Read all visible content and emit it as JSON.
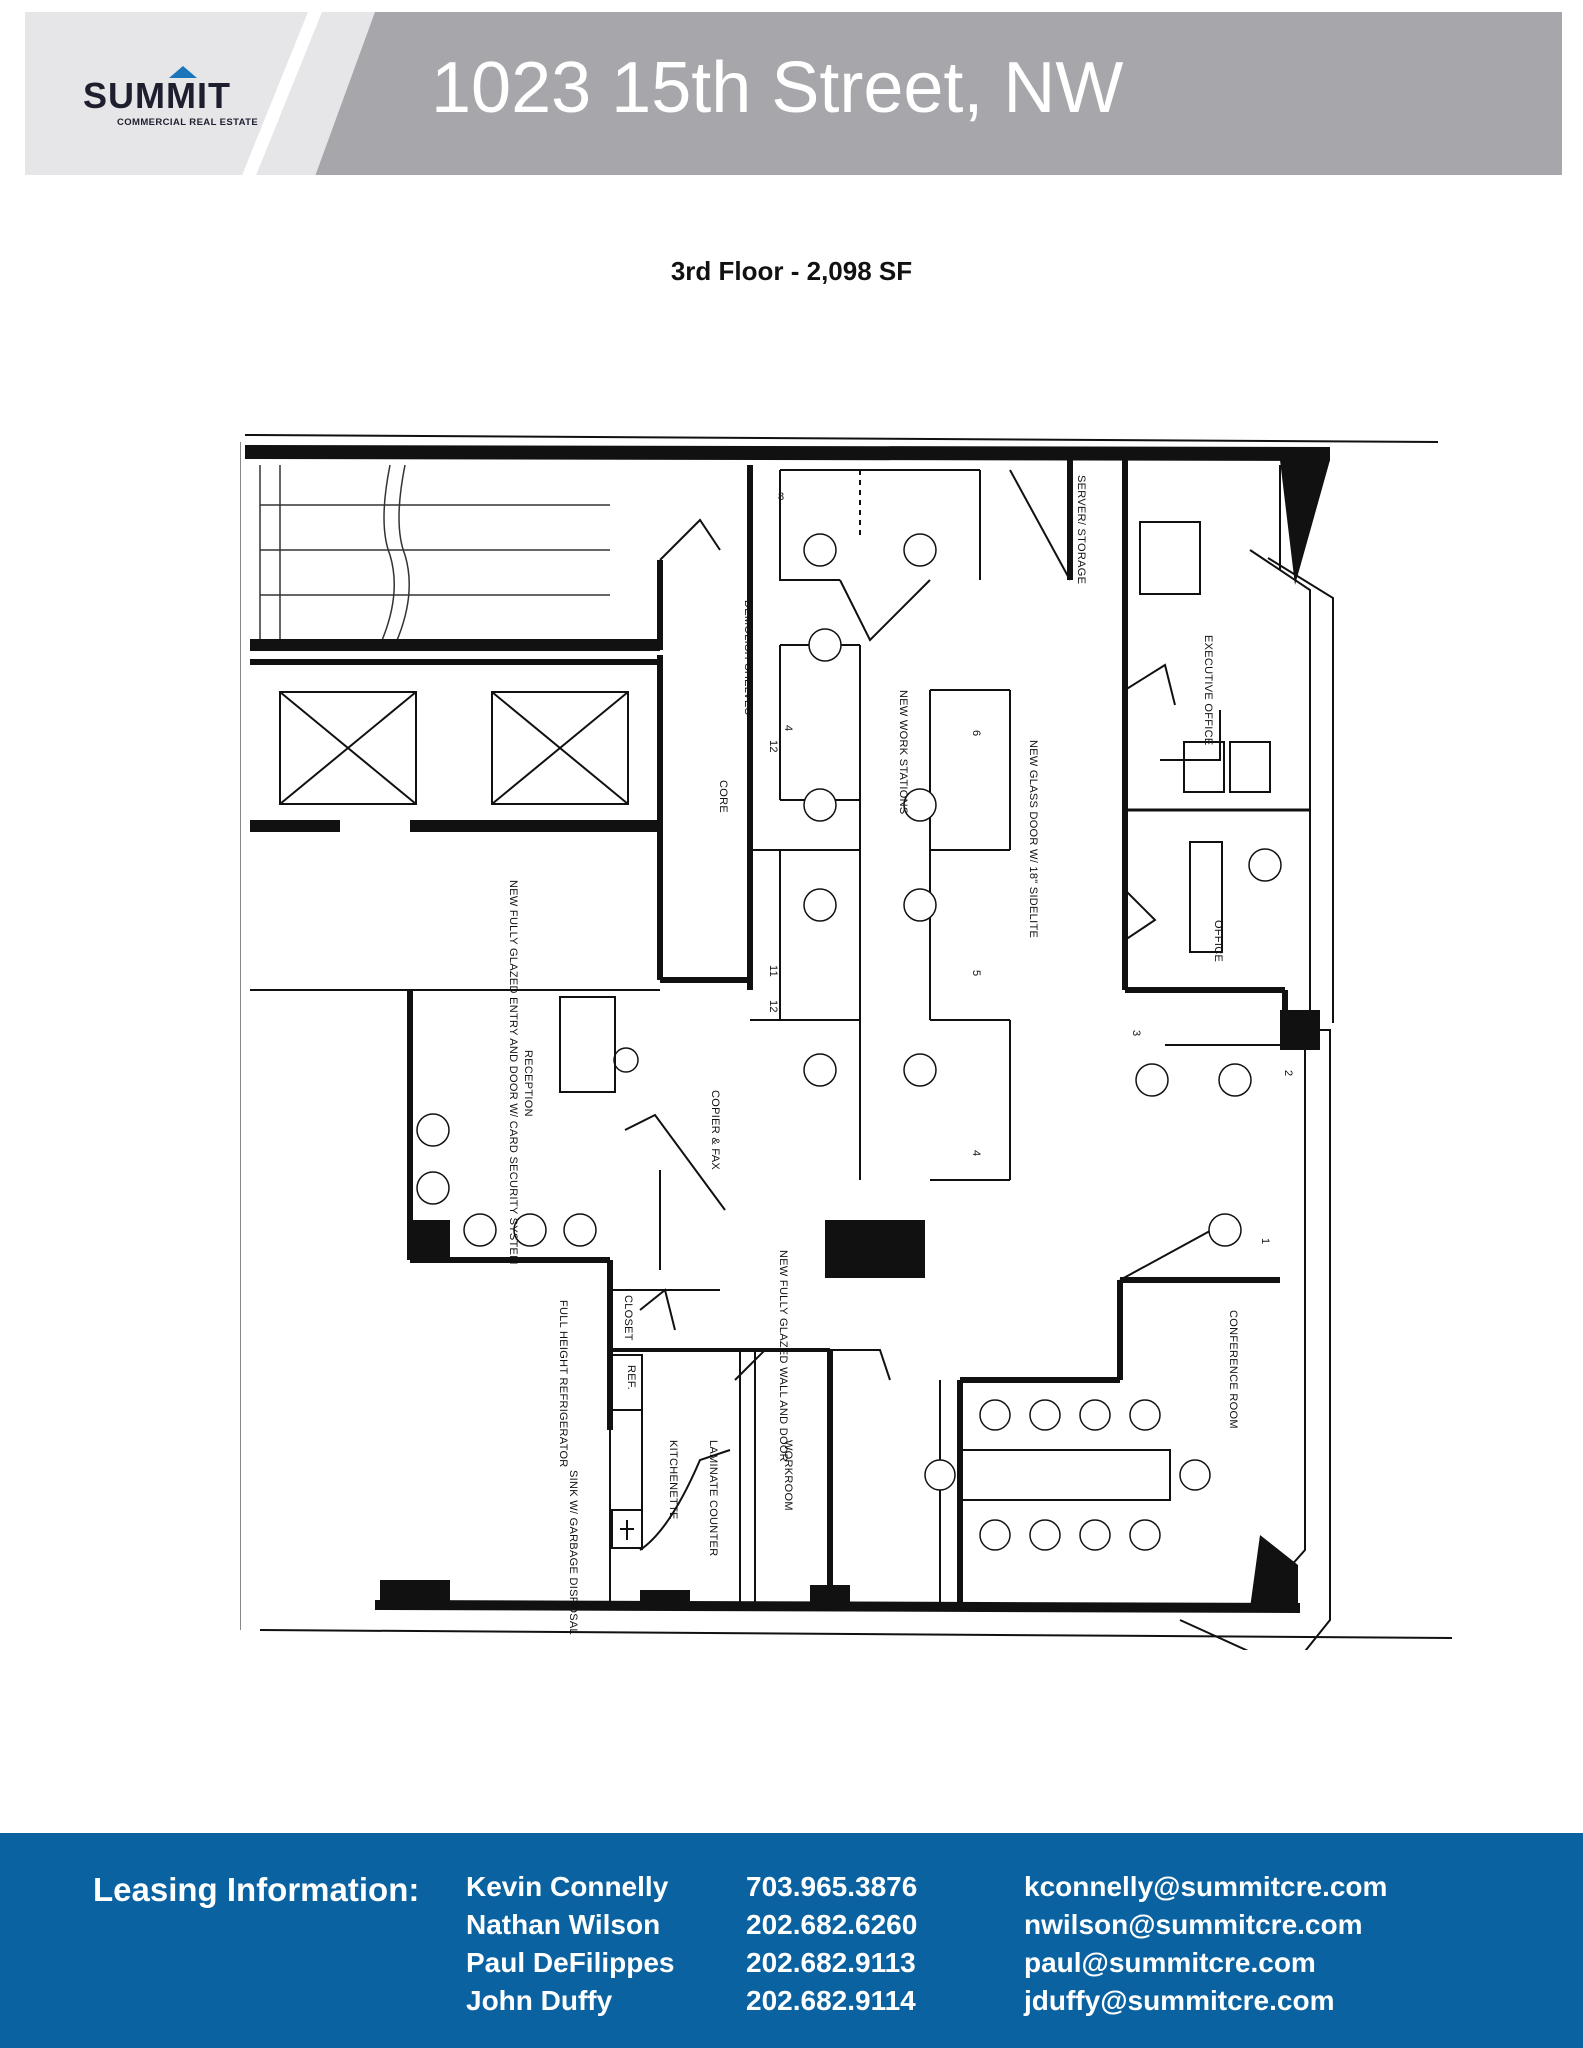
{
  "header": {
    "logo_word": "SUMMIT",
    "logo_sub": "COMMERCIAL REAL ESTATE",
    "title": "1023 15th Street, NW",
    "colors": {
      "band": "#a7a6ab",
      "logo_panel": "#e6e6e8",
      "logo_accent": "#1b75bb"
    }
  },
  "subtitle": "3rd Floor - 2,098 SF",
  "plan": {
    "labels": {
      "demolish_shelves": "DEMOLISH SHELVES",
      "core": "CORE",
      "new_entry": "NEW FULLY GLAZED ENTRY AND DOOR W/ CARD SECURITY SYSTEM",
      "workstations": "NEW WORK STATIONS",
      "glass_door": "NEW GLASS DOOR W/ 18\" SIDELITE",
      "server": "SERVER/ STORAGE",
      "executive": "EXECUTIVE OFFICE",
      "office": "OFFICE",
      "reception": "RECEPTION",
      "copier": "COPIER & FAX",
      "glazed_wall": "NEW FULLY GLAZED WALL AND DOOR",
      "closet": "CLOSET",
      "refrigerator": "FULL HEIGHT REFRIGERATOR",
      "ref": "REF.",
      "sink": "SINK W/ GARBAGE DISPOSAL",
      "kitchenette": "KITCHENETTE",
      "laminate": "LAMINATE COUNTER",
      "workroom": "WORKROOM",
      "conference": "CONFERENCE ROOM"
    },
    "station_numbers": [
      "8",
      "12",
      "4",
      "6",
      "11",
      "12",
      "5",
      "4",
      "3",
      "2",
      "1"
    ]
  },
  "footer": {
    "lease_title": "Leasing Information:",
    "contacts": [
      {
        "name": "Kevin Connelly",
        "phone": "703.965.3876",
        "email": "kconnelly@summitcre.com"
      },
      {
        "name": "Nathan Wilson",
        "phone": "202.682.6260",
        "email": "nwilson@summitcre.com"
      },
      {
        "name": "Paul DeFilippes",
        "phone": "202.682.9113",
        "email": "paul@summitcre.com"
      },
      {
        "name": "John Duffy",
        "phone": "202.682.9114",
        "email": "jduffy@summitcre.com"
      }
    ],
    "color": "#0a62a0"
  }
}
